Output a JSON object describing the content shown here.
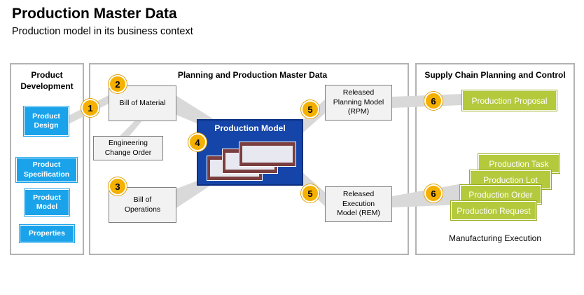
{
  "header": {
    "title": "Production Master Data",
    "subtitle": "Production model in its business context"
  },
  "panels": {
    "product_development": "Product\nDevelopment",
    "planning": "Planning and Production Master Data",
    "supply_chain": "Supply Chain Planning and Control",
    "manufacturing_execution": "Manufacturing Execution"
  },
  "product_development_items": [
    "Product\nDesign",
    "Product\nSpecification",
    "Product\nModel",
    "Properties"
  ],
  "master_data_boxes": {
    "bill_of_material": "Bill of Material",
    "engineering_change_order": "Engineering\nChange Order",
    "bill_of_operations": "Bill of\nOperations",
    "production_model": "Production Model",
    "rpm": "Released\nPlanning Model\n(RPM)",
    "rem": "Released\nExecution\nModel (REM)"
  },
  "supply_chain_items": {
    "production_proposal": "Production Proposal",
    "production_task": "Production Task",
    "production_lot": "Production Lot",
    "production_order": "Production Order",
    "production_request": "Production Request"
  },
  "steps": [
    "1",
    "2",
    "3",
    "4",
    "5",
    "5",
    "6",
    "6"
  ],
  "colors": {
    "accent_blue": "#1aa3ea",
    "model_blue": "#1545a8",
    "step_yellow": "#f5b000",
    "green": "#b5c93c",
    "panel_border": "#b3b3b3",
    "connector_gray": "#d9d9d9"
  }
}
